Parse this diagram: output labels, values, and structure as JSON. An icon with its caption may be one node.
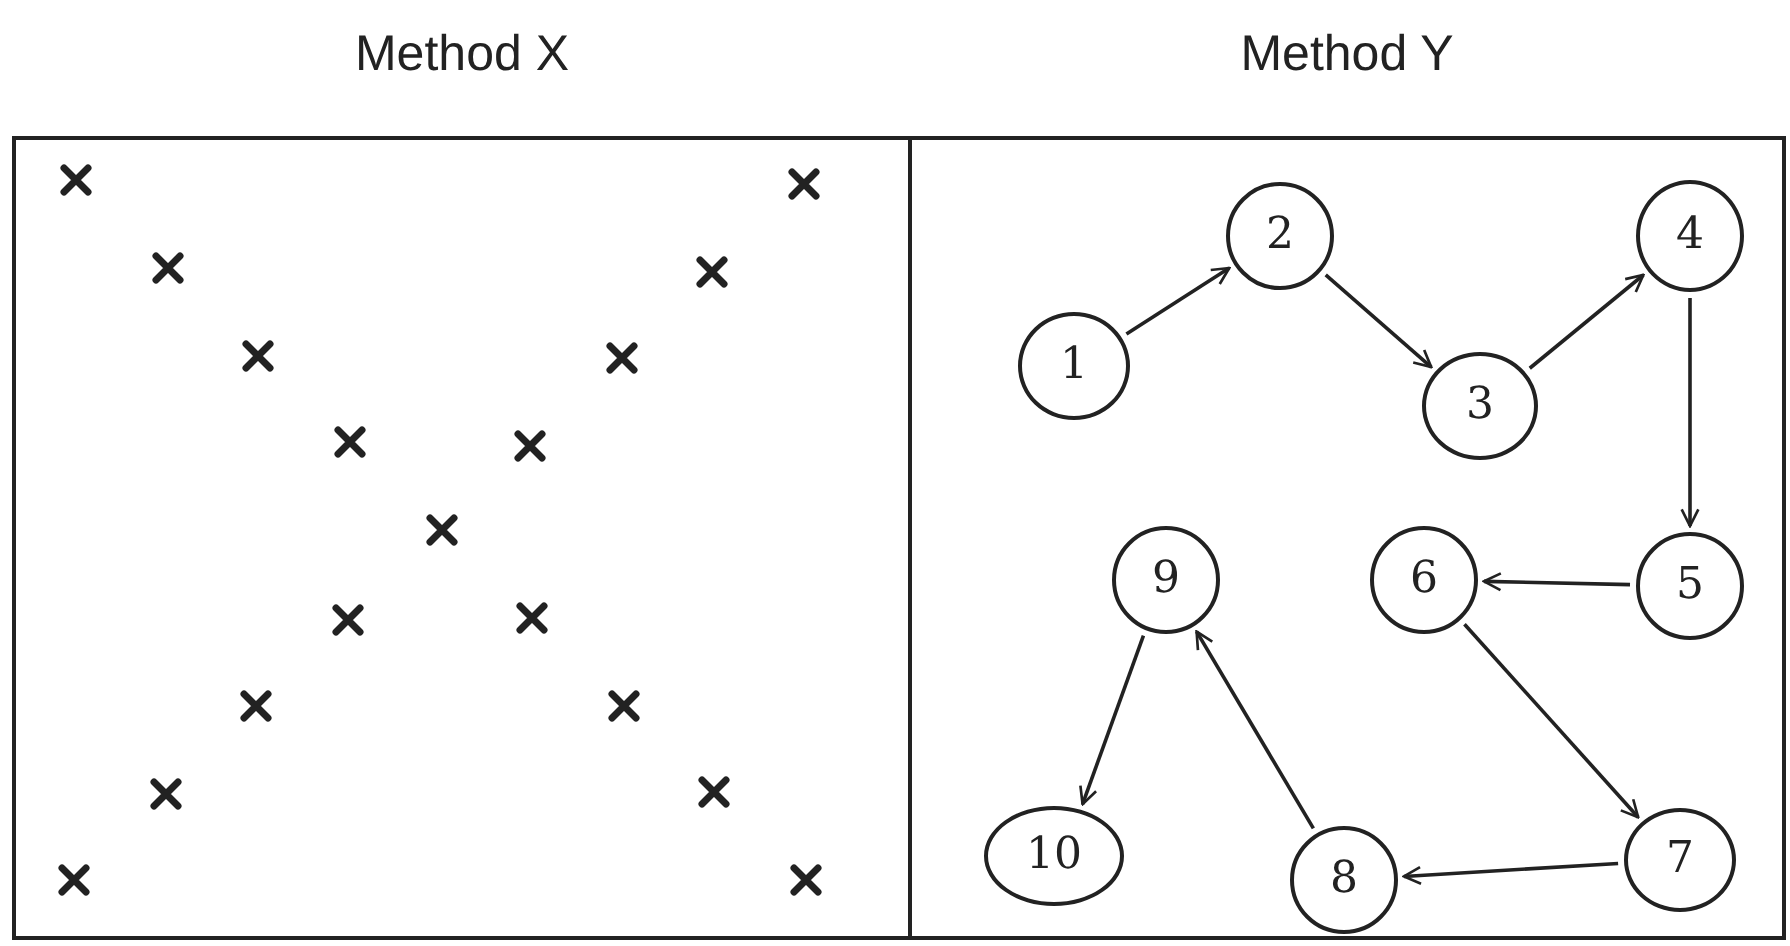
{
  "diagram": {
    "nodes": [
      {
        "text": [
          "Method X"
        ]
      },
      {
        "text": [
          "Method Y"
        ]
      },
      {
        "text": [
          "1"
        ],
        "in": 1
      },
      {
        "text": [
          "2"
        ],
        "in": 1
      },
      {
        "text": [
          "3"
        ],
        "in": 1
      },
      {
        "text": [
          "4"
        ],
        "in": 1
      },
      {
        "text": [
          "5"
        ],
        "in": 1
      },
      {
        "text": [
          "6"
        ],
        "in": 1
      },
      {
        "text": [
          "7"
        ],
        "in": 1
      },
      {
        "text": [
          "8"
        ],
        "in": 1
      },
      {
        "text": [
          "9"
        ],
        "in": 1
      },
      {
        "text": [
          "10"
        ],
        "in": 1
      }
    ],
    "edges": [
      {
        "from": 2,
        "to": 3,
        "arrow": "to"
      },
      {
        "from": 3,
        "to": 4,
        "arrow": "to"
      },
      {
        "from": 4,
        "to": 5,
        "arrow": "to"
      },
      {
        "from": 5,
        "to": 6,
        "arrow": "to"
      },
      {
        "from": 6,
        "to": 7,
        "arrow": "to"
      },
      {
        "from": 7,
        "to": 8,
        "arrow": "to"
      },
      {
        "from": 8,
        "to": 9,
        "arrow": "to"
      },
      {
        "from": 9,
        "to": 10,
        "arrow": "to"
      },
      {
        "from": 10,
        "to": 11,
        "arrow": "to"
      }
    ]
  }
}
